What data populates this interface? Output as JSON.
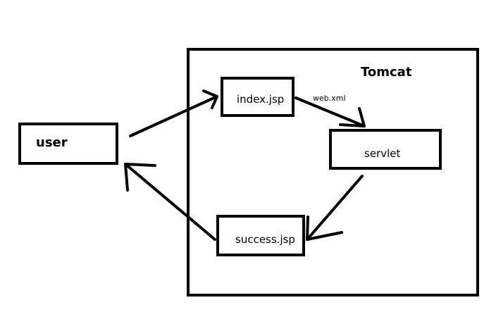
{
  "tomcat": {
    "label": "Tomcat"
  },
  "nodes": {
    "user": "user",
    "index": "index.jsp",
    "servlet": "servlet",
    "success": "success.jsp"
  },
  "edges": {
    "index_to_servlet": "web.xml"
  },
  "colors": {
    "ink": "#000000",
    "background": "#ffffff"
  }
}
